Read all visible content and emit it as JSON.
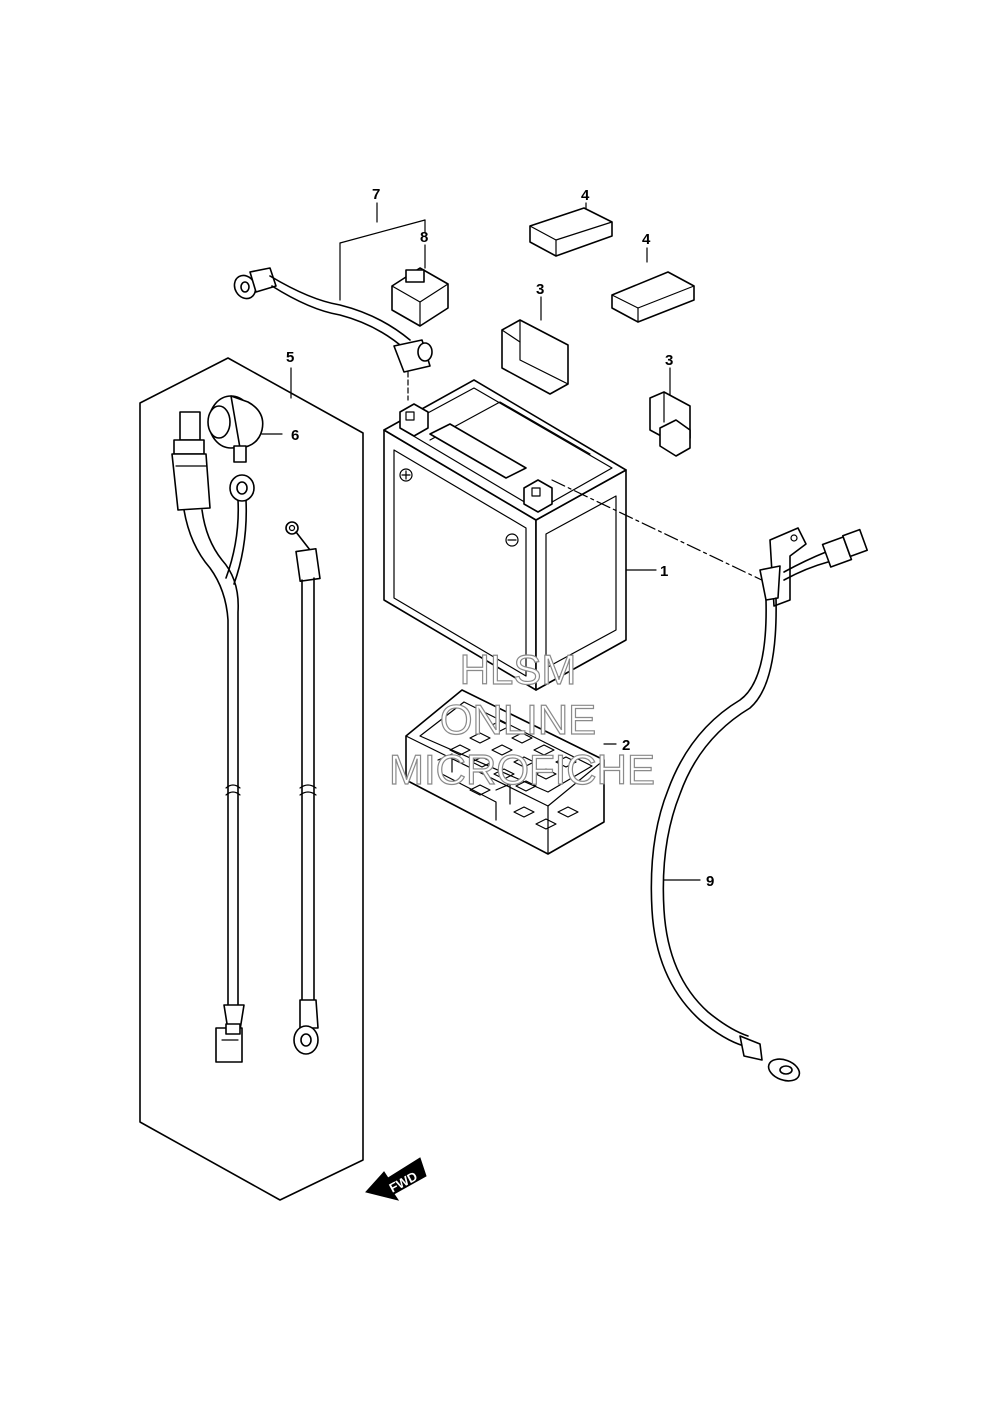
{
  "callouts": {
    "battery": "1",
    "battery_tray": "2",
    "terminal_cover_a": "3",
    "terminal_cover_b": "3",
    "pad_a": "4",
    "pad_b": "4",
    "wiring_set": "5",
    "relay": "6",
    "battery_lead": "7",
    "cap": "8",
    "earth_lead": "9"
  },
  "direction_arrow": "FWD",
  "watermark": {
    "line1": "HLSM",
    "line2": "ONLINE",
    "line3": "MICROFICHE"
  }
}
